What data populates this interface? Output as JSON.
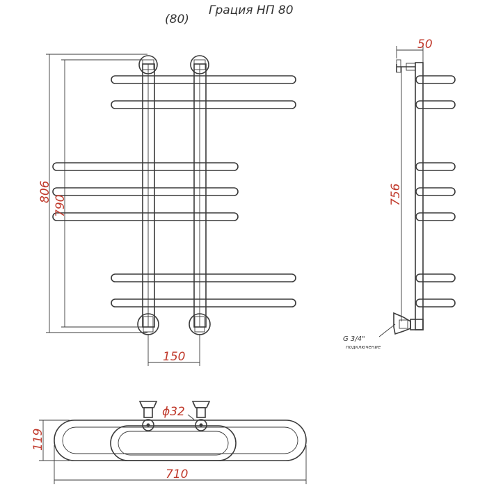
{
  "title": "Грация НП 80",
  "subtitle": "(80)",
  "colors": {
    "dimension": "#c0392b",
    "drawing": "#3a3a3a",
    "background": "#ffffff"
  },
  "dimensions": {
    "overall_height": "806",
    "inner_height": "790",
    "axis_spacing": "150",
    "wall_offset": "50",
    "side_height": "756",
    "pipe_diameter": "ϕ32",
    "depth": "119",
    "width": "710"
  },
  "connection": {
    "thread": "G 3/4\"",
    "note": "подключение"
  }
}
